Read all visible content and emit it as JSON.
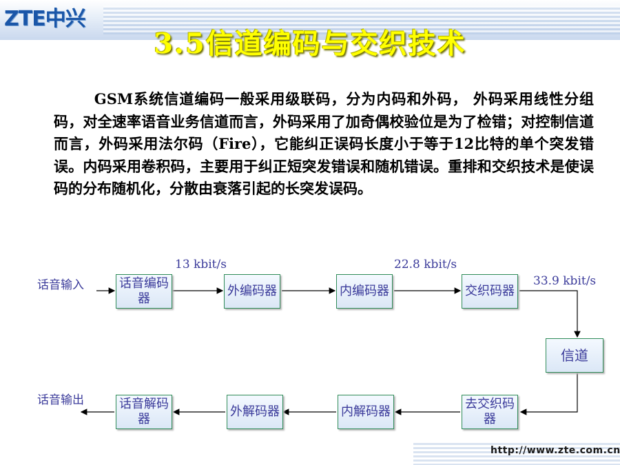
{
  "header": {
    "logo_text": "ZTE中兴",
    "title": "3.5信道编码与交织技术"
  },
  "body": {
    "paragraph": "GSM系统信道编码一般采用级联码，分为内码和外码， 外码采用线性分组码，对全速率语音业务信道而言，外码采用了加奇偶校验位是为了检错；对控制信道而言，外码采用法尔码（Fire），它能纠正误码长度小于等于12比特的单个突发错误。内码采用卷积码，主要用于纠正短突发错误和随机错误。重排和交织技术是使误码的分布随机化，分散由衰落引起的长突发误码。"
  },
  "diagram": {
    "input_label": "话音输入",
    "output_label": "话音输出",
    "rate_1": "13 kbit/s",
    "rate_2": "22.8 kbit/s",
    "rate_3": "33.9 kbit/s",
    "encoder_row": [
      {
        "label": "话音编码器"
      },
      {
        "label": "外编码器"
      },
      {
        "label": "内编码器"
      },
      {
        "label": "交织码器"
      }
    ],
    "channel": "信道",
    "decoder_row": [
      {
        "label": "话音解码器"
      },
      {
        "label": "外解码器"
      },
      {
        "label": "内解码器"
      },
      {
        "label": "去交织码器"
      }
    ]
  },
  "footer": {
    "url": "http://www.zte.com.cn"
  },
  "colors": {
    "title": "#ffff00",
    "diagram_text": "#3a3a9a",
    "box_border": "#2e8b57"
  }
}
